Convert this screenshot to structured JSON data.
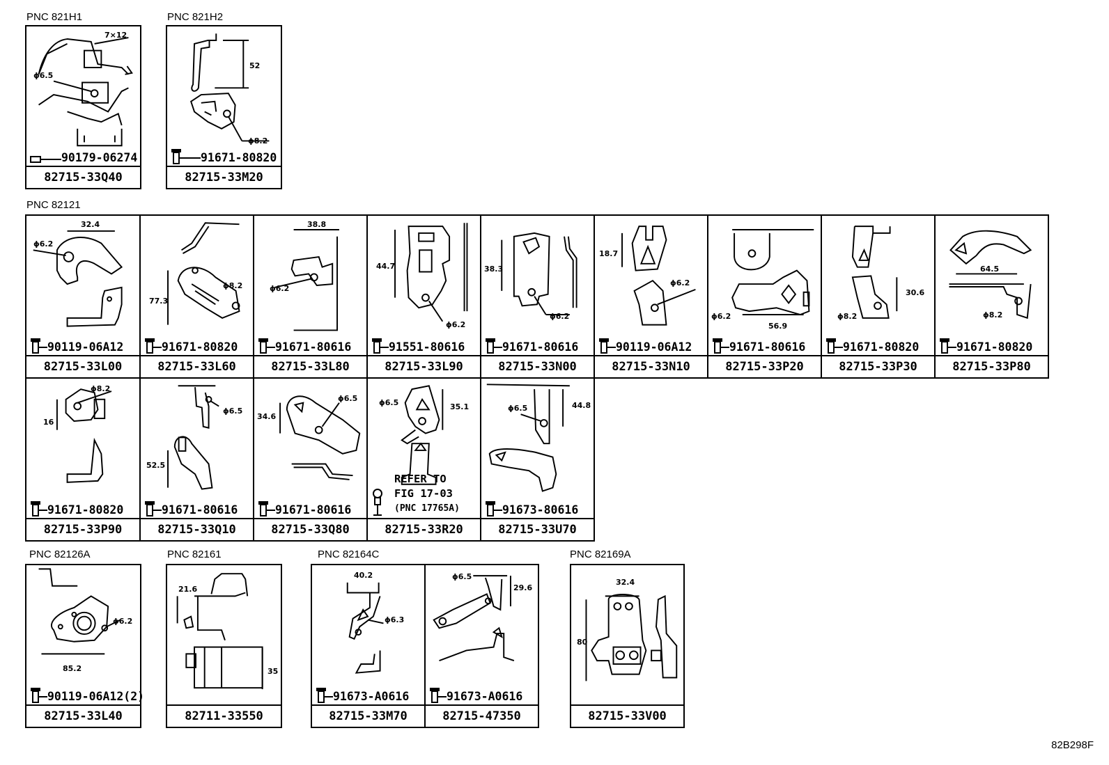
{
  "groups": [
    {
      "label": "PNC 821H1"
    },
    {
      "label": "PNC 821H2"
    },
    {
      "label": "PNC 82121"
    },
    {
      "label": "PNC 82126A"
    },
    {
      "label": "PNC 82161"
    },
    {
      "label": "PNC 82164C"
    },
    {
      "label": "PNC 82169A"
    }
  ],
  "cells": [
    {
      "part": "82715-33Q40",
      "bolt": "90179-06274",
      "bolt_icon": "clip-icon",
      "dims": [
        "7×12",
        "ϕ6.5"
      ]
    },
    {
      "part": "82715-33M20",
      "bolt": "91671-80820",
      "bolt_icon": "bolt-icon",
      "dims": [
        "52",
        "ϕ8.2"
      ]
    },
    {
      "part": "82715-33L00",
      "bolt": "90119-06A12",
      "bolt_icon": "bolt-icon",
      "dims": [
        "32.4",
        "ϕ6.2"
      ]
    },
    {
      "part": "82715-33L60",
      "bolt": "91671-80820",
      "bolt_icon": "bolt-icon",
      "dims": [
        "77.3",
        "ϕ8.2"
      ]
    },
    {
      "part": "82715-33L80",
      "bolt": "91671-80616",
      "bolt_icon": "bolt-icon",
      "dims": [
        "38.8",
        "ϕ6.2"
      ]
    },
    {
      "part": "82715-33L90",
      "bolt": "91551-80616",
      "bolt_icon": "bolt-icon",
      "dims": [
        "44.7",
        "ϕ6.2"
      ]
    },
    {
      "part": "82715-33N00",
      "bolt": "91671-80616",
      "bolt_icon": "bolt-icon",
      "dims": [
        "38.3",
        "ϕ6.2"
      ]
    },
    {
      "part": "82715-33N10",
      "bolt": "90119-06A12",
      "bolt_icon": "bolt-icon",
      "dims": [
        "18.7",
        "ϕ6.2"
      ]
    },
    {
      "part": "82715-33P20",
      "bolt": "91671-80616",
      "bolt_icon": "bolt-icon",
      "dims": [
        "ϕ6.2",
        "56.9"
      ]
    },
    {
      "part": "82715-33P30",
      "bolt": "91671-80820",
      "bolt_icon": "bolt-icon",
      "dims": [
        "30.6",
        "ϕ8.2"
      ]
    },
    {
      "part": "82715-33P80",
      "bolt": "91671-80820",
      "bolt_icon": "bolt-icon",
      "dims": [
        "64.5",
        "ϕ8.2"
      ]
    },
    {
      "part": "82715-33P90",
      "bolt": "91671-80820",
      "bolt_icon": "bolt-icon",
      "dims": [
        "ϕ8.2",
        "16"
      ]
    },
    {
      "part": "82715-33Q10",
      "bolt": "91671-80616",
      "bolt_icon": "bolt-icon",
      "dims": [
        "ϕ6.5",
        "52.5"
      ]
    },
    {
      "part": "82715-33Q80",
      "bolt": "91671-80616",
      "bolt_icon": "bolt-icon",
      "dims": [
        "34.6",
        "ϕ6.5"
      ]
    },
    {
      "part": "82715-33R20",
      "bolt": "",
      "bolt_icon": "stud-icon",
      "dims": [
        "ϕ6.5",
        "35.1"
      ],
      "refer": [
        "REFER TO",
        "FIG 17-03",
        "(PNC 17765A)"
      ]
    },
    {
      "part": "82715-33U70",
      "bolt": "91673-80616",
      "bolt_icon": "bolt-icon",
      "dims": [
        "ϕ6.5",
        "44.8"
      ]
    },
    {
      "part": "82715-33L40",
      "bolt": "90119-06A12(2)",
      "bolt_icon": "bolt-icon",
      "dims": [
        "ϕ6.2",
        "85.2"
      ]
    },
    {
      "part": "82711-33550",
      "bolt": "",
      "bolt_icon": "",
      "dims": [
        "21.6",
        "35"
      ]
    },
    {
      "part": "82715-33M70",
      "bolt": "91673-A0616",
      "bolt_icon": "bolt-icon",
      "dims": [
        "40.2",
        "ϕ6.3"
      ]
    },
    {
      "part": "82715-47350",
      "bolt": "91673-A0616",
      "bolt_icon": "bolt-icon",
      "dims": [
        "ϕ6.5",
        "29.6"
      ]
    },
    {
      "part": "82715-33V00",
      "bolt": "",
      "bolt_icon": "",
      "dims": [
        "32.4",
        "80"
      ]
    }
  ],
  "figure_id": "82B298F"
}
